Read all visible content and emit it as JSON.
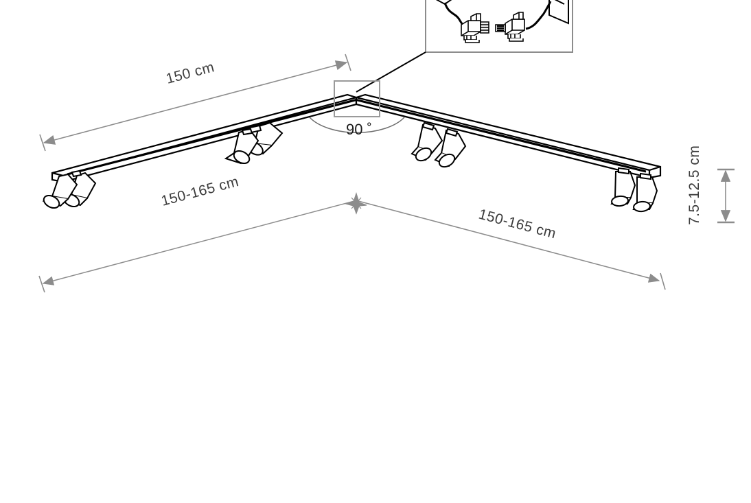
{
  "drawing": {
    "type": "technical-dimension-drawing",
    "subject": "corner-mounted track lighting system with eight spotlights",
    "background_color": "#ffffff",
    "line_color": "#000000",
    "dimension_color": "#8c8c8c",
    "dimension_text_color": "#3c3c3c",
    "highlight_box_color": "#9a9a9a"
  },
  "dimensions": {
    "top_left_rail": {
      "label": "150 cm",
      "value": 150,
      "unit": "cm",
      "arrow_style": "double-ended"
    },
    "lower_left_rail": {
      "label": "150-165 cm",
      "value_min": 150,
      "value_max": 165,
      "unit": "cm",
      "arrow_style": "double-ended"
    },
    "lower_right_rail": {
      "label": "150-165 cm",
      "value_min": 150,
      "value_max": 165,
      "unit": "cm",
      "arrow_style": "double-ended"
    },
    "height": {
      "label": "7.5-12.5 cm",
      "value_min": 7.5,
      "value_max": 12.5,
      "unit": "cm",
      "orientation": "vertical",
      "arrow_style": "double-ended"
    },
    "corner_angle": {
      "label": "90 ˚",
      "value": 90,
      "unit": "degrees"
    }
  },
  "detail_inset": {
    "title": "",
    "contents": "wiring connector plugs with cables",
    "border_color": "#8c8c8c"
  },
  "fixtures": {
    "count": 8,
    "type": "cylindrical spotlight head",
    "groups": [
      {
        "name": "left-end-pair",
        "count": 2
      },
      {
        "name": "left-mid-pair",
        "count": 2
      },
      {
        "name": "right-mid-pair",
        "count": 2
      },
      {
        "name": "right-end-pair",
        "count": 2
      }
    ]
  }
}
